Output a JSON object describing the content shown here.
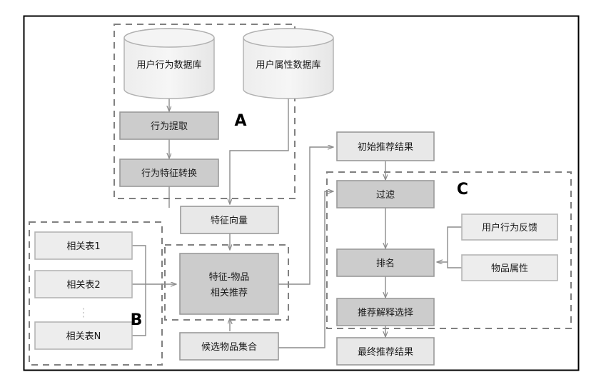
{
  "diagram": {
    "title": "",
    "frame": {
      "border_color": "#000000"
    },
    "colors": {
      "node_light_fill": "#e8e8e8",
      "node_dark_fill": "#cccccc",
      "node_stroke": "#999999",
      "cylinder_fill": "#f0f0f0",
      "dashed_stroke": "#808080",
      "connector_stroke": "#8c8c8c",
      "text": "#1a1a1a"
    },
    "sections": [
      {
        "id": "A",
        "label": "A"
      },
      {
        "id": "B",
        "label": "B"
      },
      {
        "id": "C",
        "label": "C"
      }
    ],
    "nodes": {
      "user_behavior_db": "用户行为数据库",
      "user_attribute_db": "用户属性数据库",
      "behavior_extraction": "行为提取",
      "behavior_feature_transform": "行为特征转换",
      "feature_vector": "特征向量",
      "relation_table_1": "相关表1",
      "relation_table_2": "相关表2",
      "relation_table_n": "相关表N",
      "ellipsis": "⋮",
      "feature_item_rec_line1": "特征-物品",
      "feature_item_rec_line2": "相关推荐",
      "candidate_item_set": "候选物品集合",
      "initial_rec_result": "初始推荐结果",
      "filter": "过滤",
      "ranking": "排名",
      "user_behavior_feedback": "用户行为反馈",
      "item_attribute": "物品属性",
      "rec_explanation_selection": "推荐解释选择",
      "final_rec_result": "最终推荐结果"
    }
  }
}
